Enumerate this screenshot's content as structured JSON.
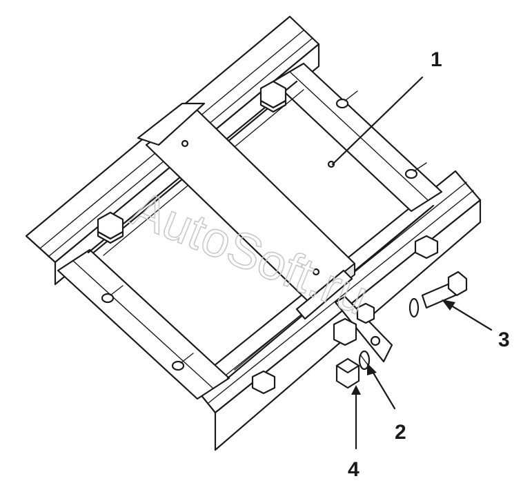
{
  "callouts": [
    {
      "id": "1",
      "label": "1"
    },
    {
      "id": "2",
      "label": "2"
    },
    {
      "id": "3",
      "label": "3"
    },
    {
      "id": "4",
      "label": "4"
    }
  ],
  "watermark": "AutoSoft.ru",
  "colors": {
    "ink": "#1a1a1a",
    "background": "#ffffff",
    "watermark": "#c8c8c8"
  }
}
